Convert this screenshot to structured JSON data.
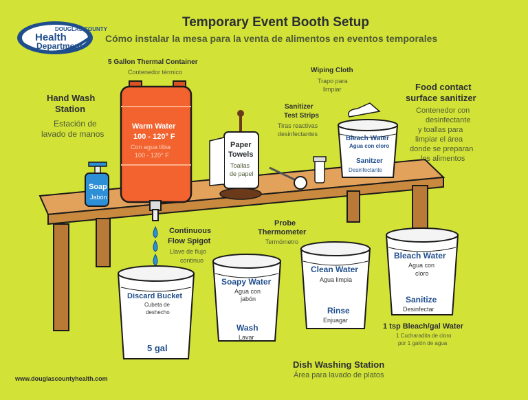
{
  "colors": {
    "background": "#d3e236",
    "table": "#e3a25b",
    "table_dark": "#b97a37",
    "container": "#f2632f",
    "bucket": "#ffffff",
    "outline": "#1a1a1a",
    "water": "#2d8fd6",
    "bucket_text": "#1f4e8c"
  },
  "logo": {
    "line1": "DOUGLAS COUNTY",
    "line2": "Health",
    "line3": "Department"
  },
  "header": {
    "title": "Temporary Event Booth Setup",
    "subtitle": "Cómo instalar la mesa para la venta de alimentos en eventos temporales"
  },
  "hand_wash": {
    "en_1": "Hand Wash",
    "en_2": "Station",
    "es_1": "Estación de",
    "es_2": "lavado de manos"
  },
  "thermal_container": {
    "en": "5 Gallon Thermal Container",
    "es": "Contenedor térmico",
    "label_en": "Warm Water",
    "temp_en": "100 - 120° F",
    "label_es": "Con agua tibia",
    "temp_es": "100 - 120° F"
  },
  "soap": {
    "en": "Soap",
    "es": "Jabón"
  },
  "paper_towels": {
    "en_1": "Paper",
    "en_2": "Towels",
    "es_1": "Toallas",
    "es_2": "de papel"
  },
  "test_strips": {
    "en_1": "Sanitizer",
    "en_2": "Test Strips",
    "es_1": "Tiras reactivas",
    "es_2": "desinfectantes"
  },
  "wiping_cloth": {
    "en": "Wiping Cloth",
    "es_1": "Trapo para",
    "es_2": "limpiar"
  },
  "food_contact": {
    "en_1": "Food contact",
    "en_2": "surface sanitizer",
    "es_1": "Contenedor con",
    "es_2": "desinfectante",
    "es_3": "y toallas para",
    "es_4": "limpiar el área",
    "es_5": "donde se preparan",
    "es_6": "los alimentos"
  },
  "table_bucket": {
    "title": "Bleach Water",
    "subtitle": "Agua con cloro",
    "label_en": "Sanitzer",
    "label_es": "Desinfectante"
  },
  "spigot": {
    "en_1": "Continuous",
    "en_2": "Flow Spigot",
    "es_1": "Llave de flujo",
    "es_2": "continuo"
  },
  "thermometer": {
    "en_1": "Probe",
    "en_2": "Thermometer",
    "es": "Termómetro"
  },
  "discard_bucket": {
    "title": "Discard Bucket",
    "sub_1": "Cubeta de",
    "sub_2": "deshecho",
    "size": "5 gal"
  },
  "wash_bucket": {
    "title": "Soapy Water",
    "sub_1": "Agua con",
    "sub_2": "jabón",
    "label_en": "Wash",
    "label_es": "Lavar"
  },
  "rinse_bucket": {
    "title": "Clean Water",
    "sub": "Agua limpia",
    "label_en": "Rinse",
    "label_es": "Enjuagar"
  },
  "sanitize_bucket": {
    "title": "Bleach Water",
    "sub_1": "Agua con",
    "sub_2": "cloro",
    "label_en": "Sanitize",
    "label_es": "Desinfectar"
  },
  "bleach_ratio": {
    "en": "1 tsp Bleach/gal Water",
    "es_1": "1 Cucharadita de cloro",
    "es_2": "por 1 galón de agua"
  },
  "dish_station": {
    "en": "Dish Washing Station",
    "es": "Área para lavado de platos"
  },
  "footer": {
    "website": "www.douglascountyhealth.com"
  }
}
